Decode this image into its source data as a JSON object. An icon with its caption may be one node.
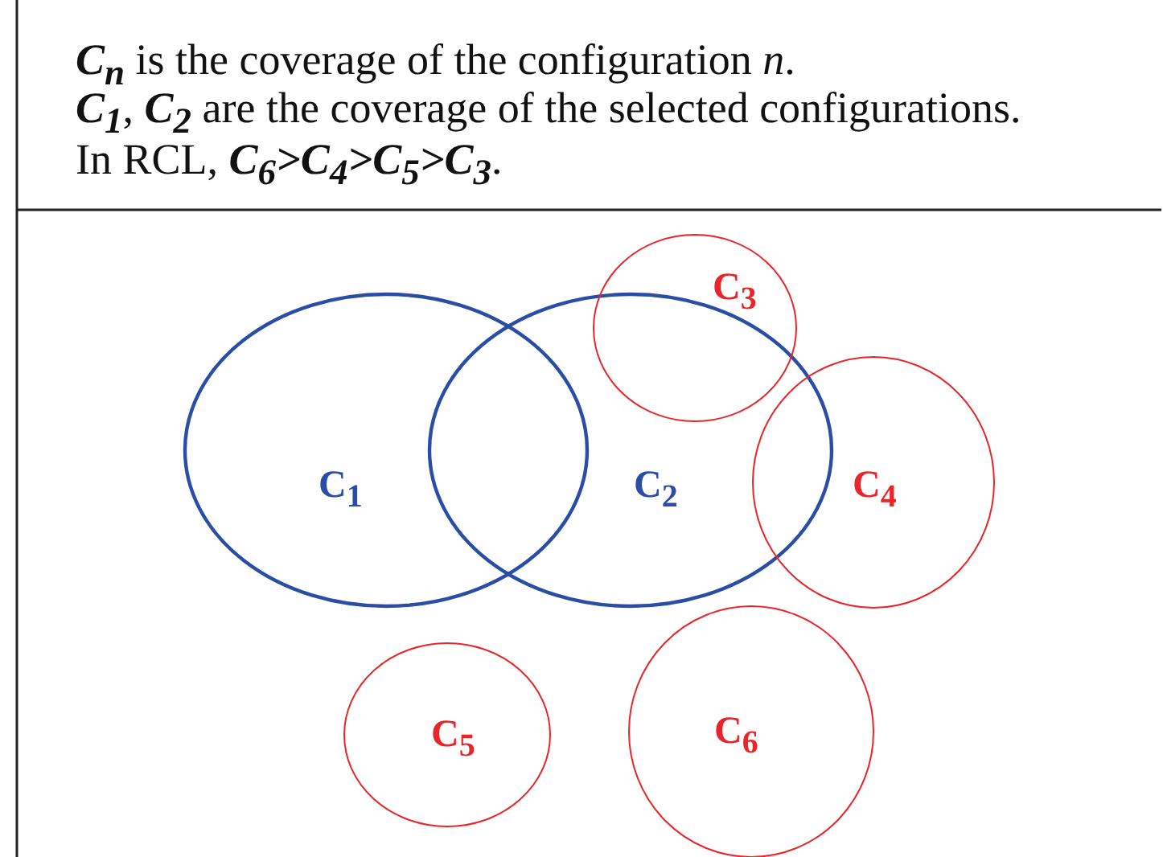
{
  "diagram": {
    "nodes": [
      {
        "text": [
          "C$_{1}$"
        ]
      },
      {
        "text": [
          "C$_{2}$"
        ]
      },
      {
        "text": [
          "C$_{3}$"
        ]
      },
      {
        "text": [
          "C$_{4}$"
        ]
      },
      {
        "text": [
          "C$_{5}$"
        ]
      },
      {
        "text": [
          "C$_{6}$"
        ]
      }
    ],
    "labels": [
      "**C$_{n}$** is the coverage of the configuration *n*.",
      "**C$_{1}$**, **C$_{2}$** are the coverage of the selected configurations.",
      "In RCL, **C$_{6}$>C$_{4}$>C$_{5}$>C$_{3}$**."
    ]
  }
}
